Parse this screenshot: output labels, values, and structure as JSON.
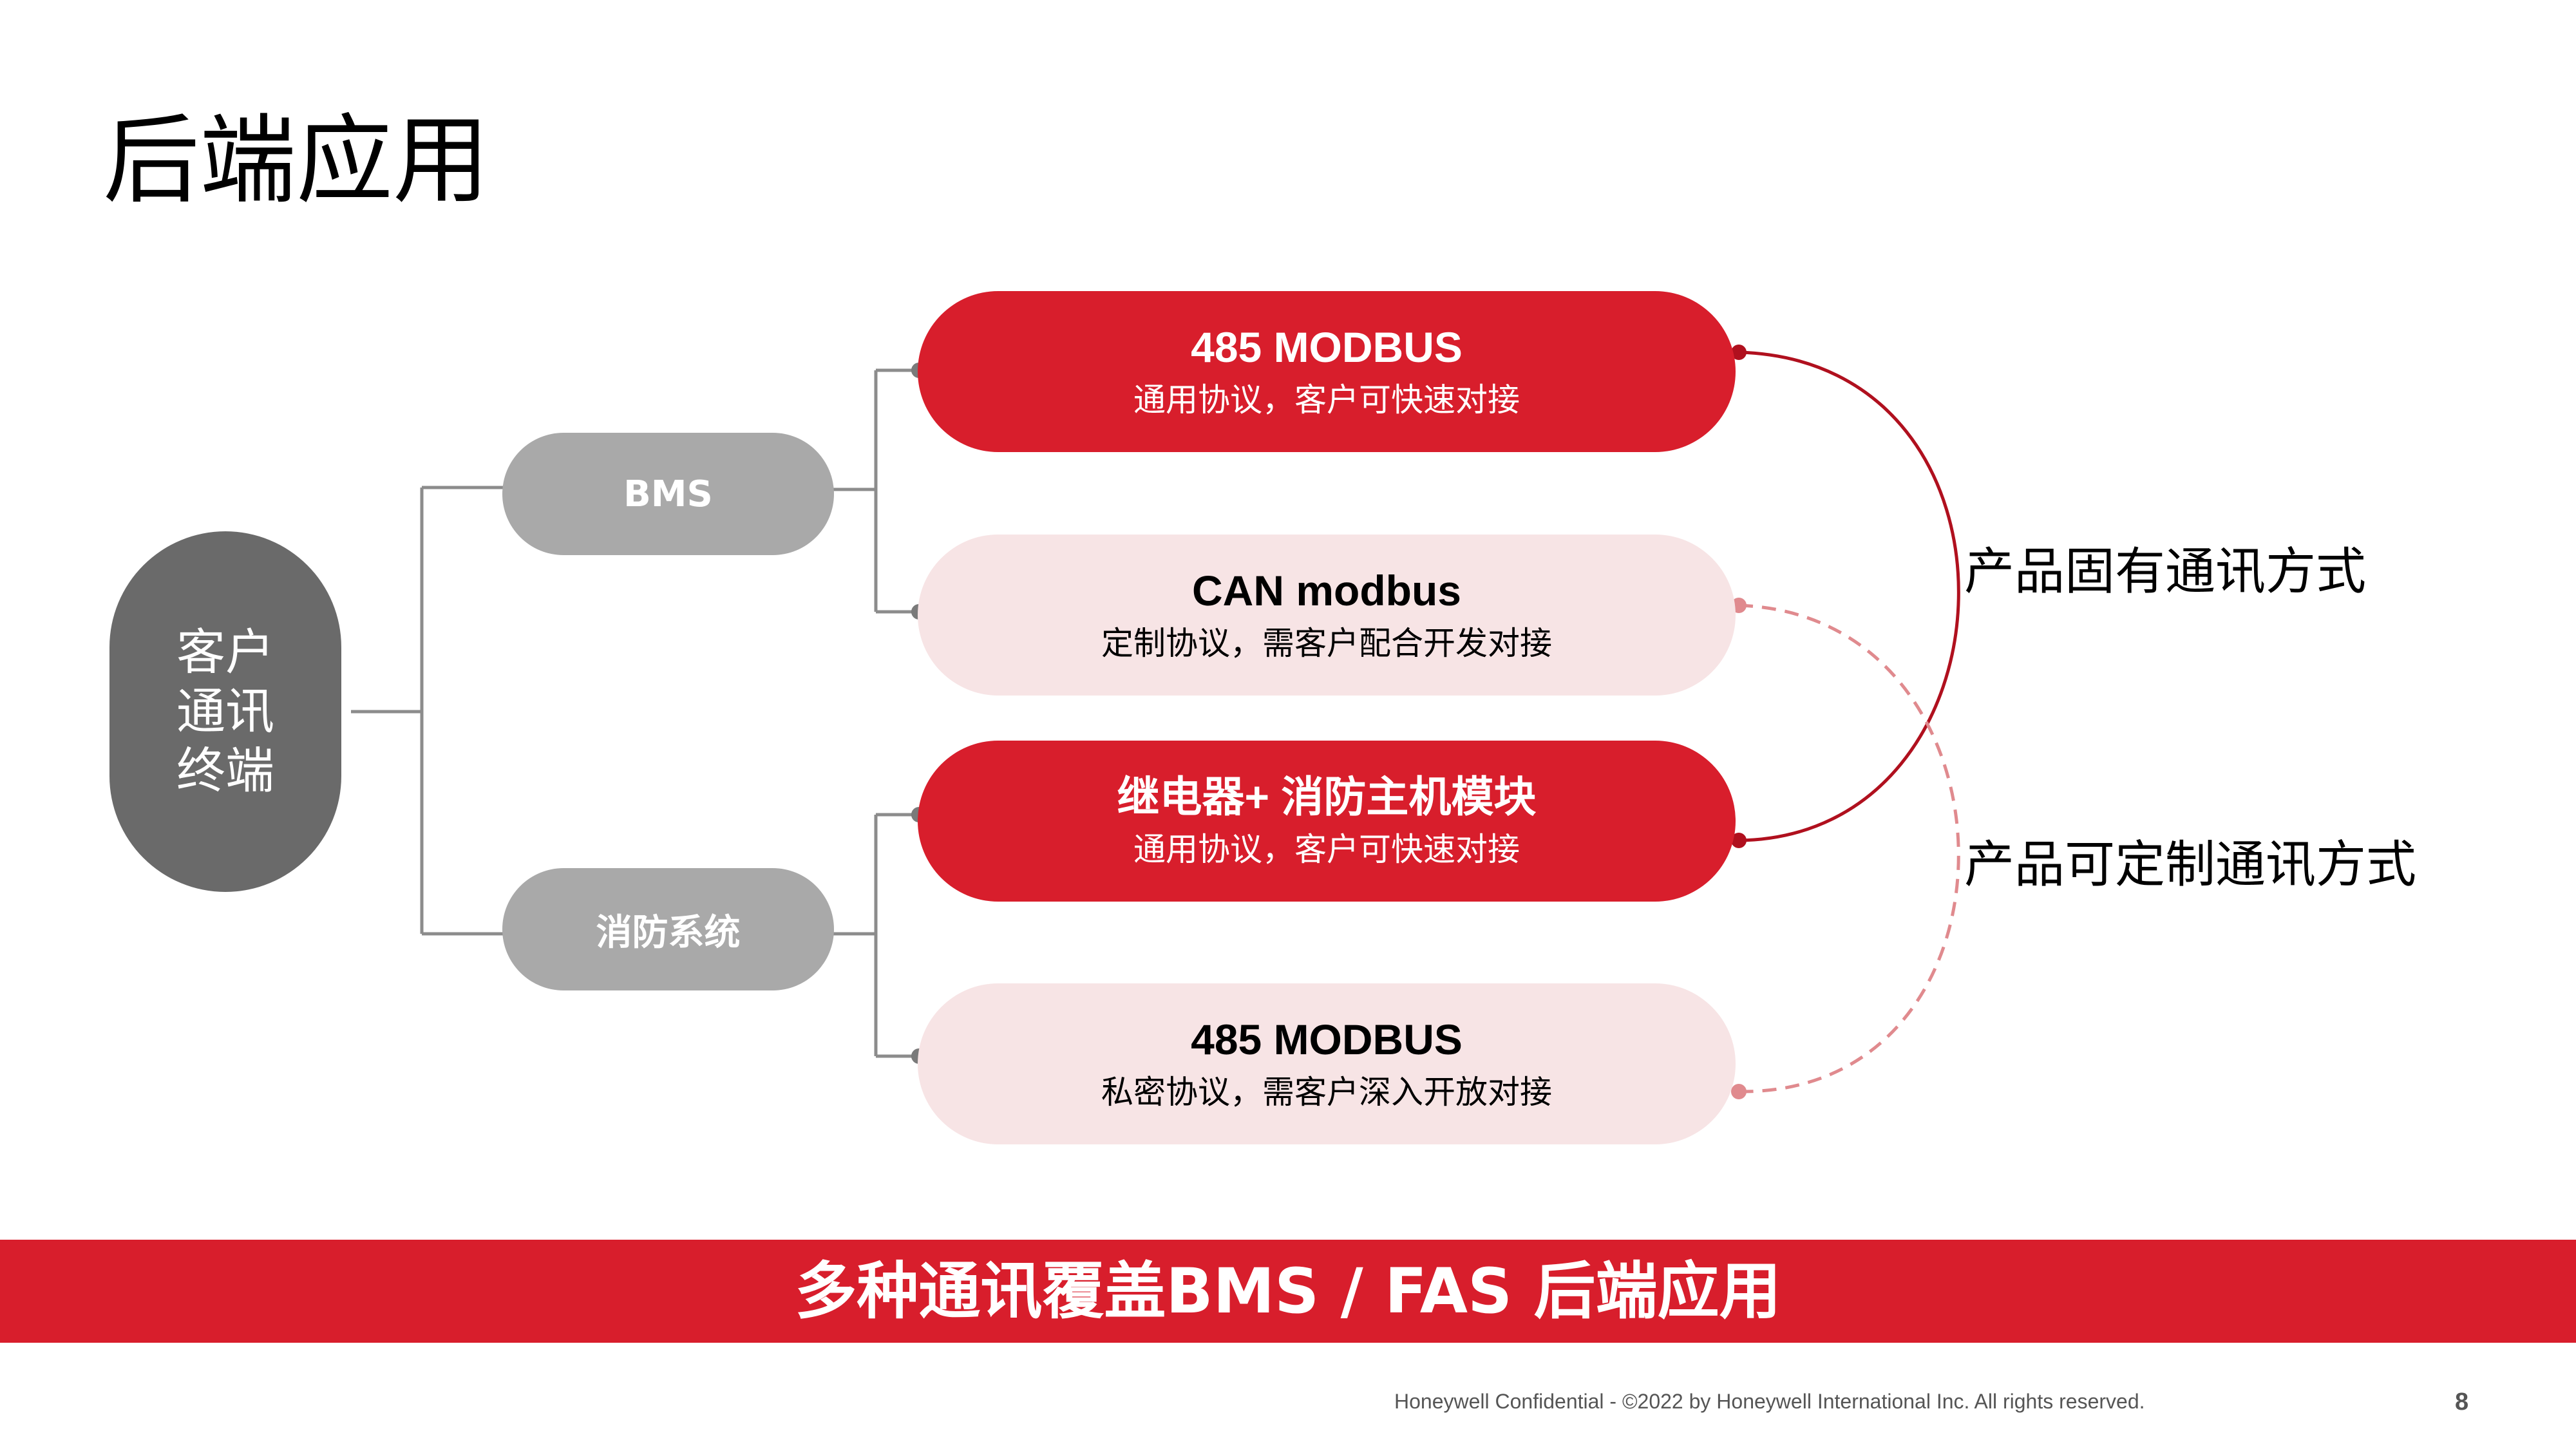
{
  "title": "后端应用",
  "root": {
    "label": "客户\n通讯\n终端"
  },
  "branches": [
    {
      "label": "BMS",
      "nodes": [
        {
          "title": "485 MODBUS",
          "subtitle": "通用协议，客户可快速对接",
          "style": "red"
        },
        {
          "title": "CAN modbus",
          "subtitle": "定制协议，需客户配合开发对接",
          "style": "pink"
        }
      ]
    },
    {
      "label": "消防系统",
      "nodes": [
        {
          "title": "继电器+ 消防主机模块",
          "subtitle": "通用协议，客户可快速对接",
          "style": "red"
        },
        {
          "title": "485 MODBUS",
          "subtitle": "私密协议，需客户深入开放对接",
          "style": "pink"
        }
      ]
    }
  ],
  "labels": {
    "fixed": "产品固有通讯方式",
    "custom": "产品可定制通讯方式"
  },
  "banner": "多种通讯覆盖BMS / FAS 后端应用",
  "footer": {
    "confidential": "Honeywell Confidential - ©2022 by Honeywell International Inc. All rights reserved.",
    "page": "8"
  },
  "colors": {
    "accent_red": "#d81e2c",
    "dark_red_line": "#b0101e",
    "pink_fill": "#f7e4e5",
    "dashed_pink": "#e08a8e",
    "grey_root": "#6a6a6a",
    "grey_branch": "#a9a9a9",
    "tree_line": "#8c8c8c"
  }
}
